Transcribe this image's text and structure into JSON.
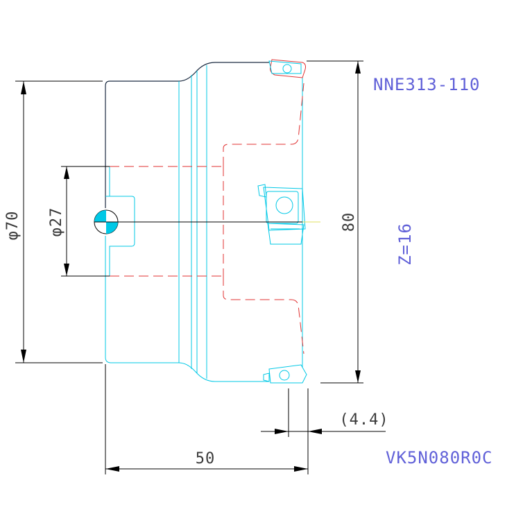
{
  "dimensions": {
    "outer_diameter": "φ70",
    "bore_diameter": "φ27",
    "cutting_diameter": "80",
    "height": "50",
    "insert_offset": "(4.4)"
  },
  "labels": {
    "insert_code": "NNE313-110",
    "teeth": "Z=16",
    "part_number": "VK5N080R0C"
  },
  "colors": {
    "body_outline": "#00c8e6",
    "hidden_lines": "#e03030",
    "dimension_lines": "#000000",
    "label_text": "#6060d8"
  }
}
